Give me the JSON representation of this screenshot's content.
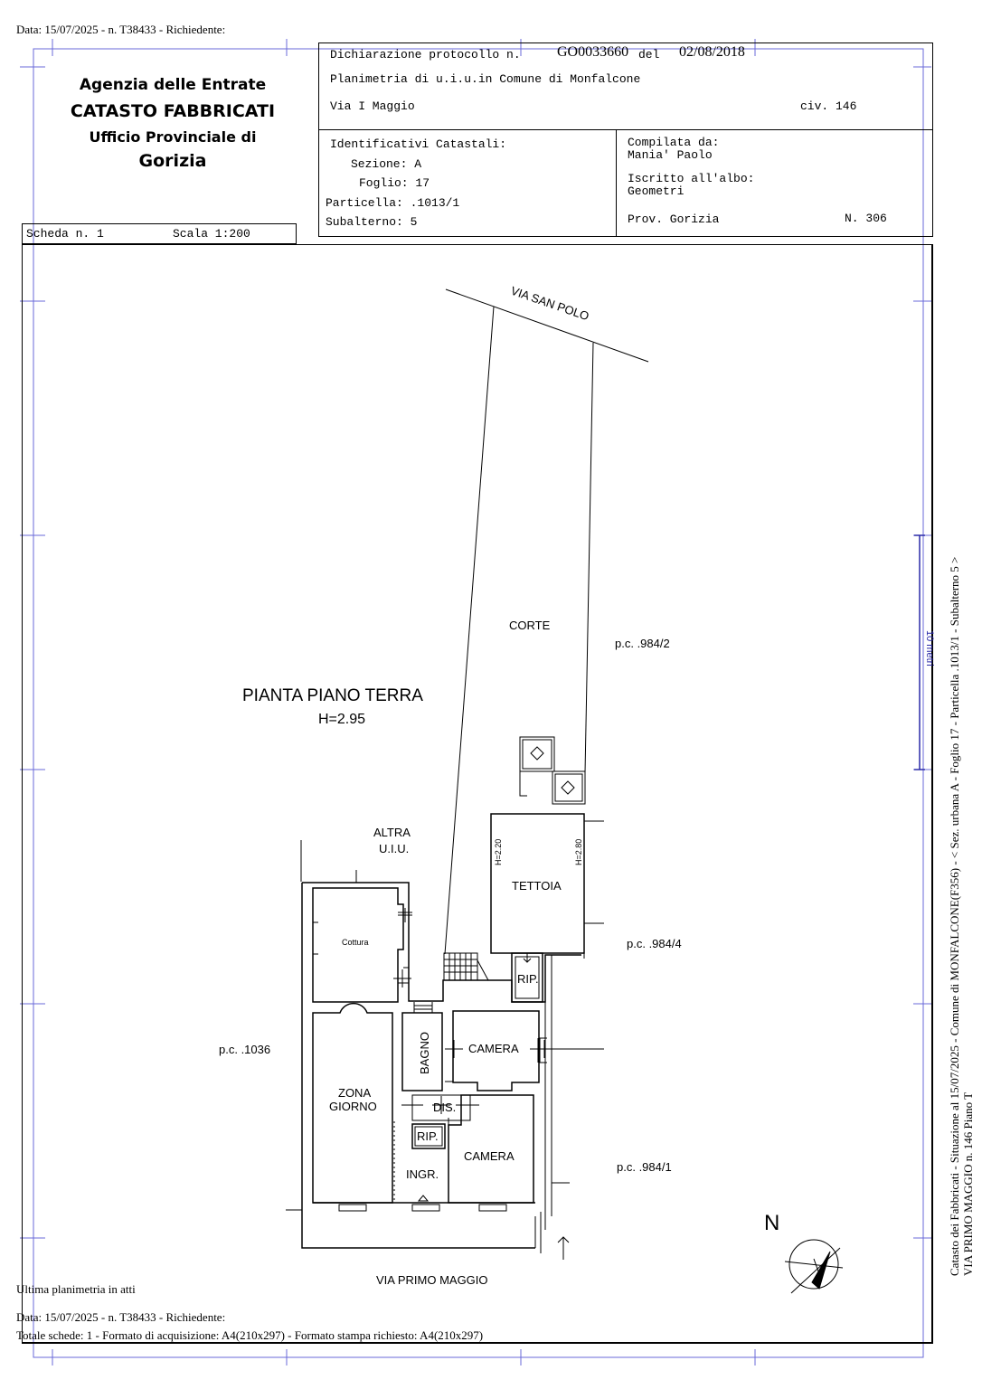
{
  "header_line": "Data: 15/07/2025 - n. T38433 - Richiedente:",
  "agency": {
    "line1": "Agenzia delle Entrate",
    "line2": "CATASTO FABBRICATI",
    "line3": "Ufficio Provinciale di",
    "line4": "Gorizia"
  },
  "scheda": {
    "label": "Scheda n. 1",
    "scala": "Scala 1:200"
  },
  "protocol": {
    "label": "Dichiarazione protocollo n.",
    "number": "GO0033660",
    "del_label": "del",
    "date": "02/08/2018",
    "planimetria": "Planimetria di u.i.u.in Comune di Monfalcone",
    "via": "Via I Maggio",
    "civ": "civ. 146"
  },
  "identificativi": {
    "title": "Identificativi Catastali:",
    "sezione": "Sezione: A",
    "foglio": "Foglio: 17",
    "particella": "Particella: .1013/1",
    "subalterno": "Subalterno: 5"
  },
  "compilata": {
    "label": "Compilata da:",
    "name": "Mania' Paolo",
    "albo_label": "Iscritto all'albo:",
    "albo": "Geometri",
    "prov": "Prov. Gorizia",
    "numero": "N. 306"
  },
  "plan": {
    "title": "PIANTA PIANO TERRA",
    "height": "H=2.95",
    "street_top": "VIA SAN POLO",
    "street_bottom": "VIA PRIMO MAGGIO",
    "corte": "CORTE",
    "altra_1": "ALTRA",
    "altra_2": "U.I.U.",
    "tettoia": "TETTOIA",
    "h_left": "H=2.20",
    "h_right": "H=2.80",
    "cottura": "Cottura",
    "rip_top": "RIP.",
    "bagno": "BAGNO",
    "camera_top": "CAMERA",
    "zona_1": "ZONA",
    "zona_2": "GIORNO",
    "dis": "DIS.",
    "rip_bottom": "RIP.",
    "camera_bottom": "CAMERA",
    "ingr": "INGR.",
    "pc_984_2": "p.c. .984/2",
    "pc_984_4": "p.c. .984/4",
    "pc_1036": "p.c. .1036",
    "pc_984_1": "p.c. .984/1",
    "north": "N",
    "scale_bar": "10 metri"
  },
  "vertical_line1": "Catasto dei Fabbricati - Situazione al 15/07/2025 - Comune di MONFALCONE(F356) - < Sez. urbana A - Foglio 17 - Particella .1013/1 - Subalterno 5 >",
  "vertical_line2": "VIA PRIMO MAGGIO n. 146 Piano T",
  "footer": {
    "ultima": "Ultima planimetria in atti",
    "data": "Data: 15/07/2025 - n. T38433 - Richiedente:",
    "totale": "Totale schede: 1 - Formato di acquisizione: A4(210x297)  - Formato stampa richiesto: A4(210x297)"
  }
}
